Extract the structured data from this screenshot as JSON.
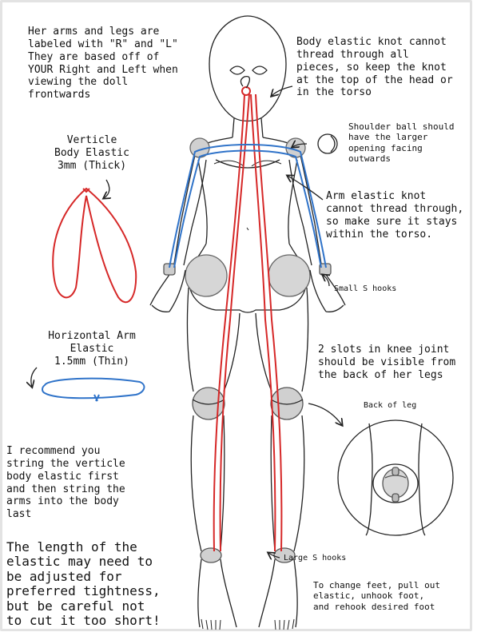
{
  "notes": {
    "labels_note": "Her arms and legs are\nlabeled with \"R\" and \"L\"\nThey are based off of\nYOUR Right and Left when\nviewing the doll\nfrontwards",
    "body_knot": "Body elastic knot cannot\nthread through all\npieces, so keep the knot\nat the top of the head or\nin the torso",
    "shoulder_ball": "Shoulder ball should\nhave the larger\nopening facing\noutwards",
    "arm_knot": "Arm elastic knot\ncannot thread through,\nso make sure it stays\nwithin the torso.",
    "small_hooks": "Small S hooks",
    "verticle_elastic": "Verticle\nBody Elastic\n3mm (Thick)",
    "horizontal_elastic": "Horizontal Arm\nElastic\n1.5mm (Thin)",
    "knee_slots": "2 slots in knee joint\nshould be visible from\nthe back of her legs",
    "back_of_leg": "Back of leg",
    "recommend": "I recommend you\nstring the verticle\nbody elastic first\nand then string the\narms into the body\nlast",
    "length_warning": "The length of the\nelastic may need to\nbe adjusted for\npreferred tightness,\nbut be careful not\nto cut it too short!",
    "large_hooks": "Large S hooks",
    "change_feet": "To change feet, pull out\nelastic, unhook foot,\nand rehook desired foot"
  },
  "colors": {
    "line": "#222222",
    "red_elastic": "#d62828",
    "blue_elastic": "#2f73c9",
    "joint_fill": "#c8c8c8",
    "frame": "#e3e3e3"
  }
}
